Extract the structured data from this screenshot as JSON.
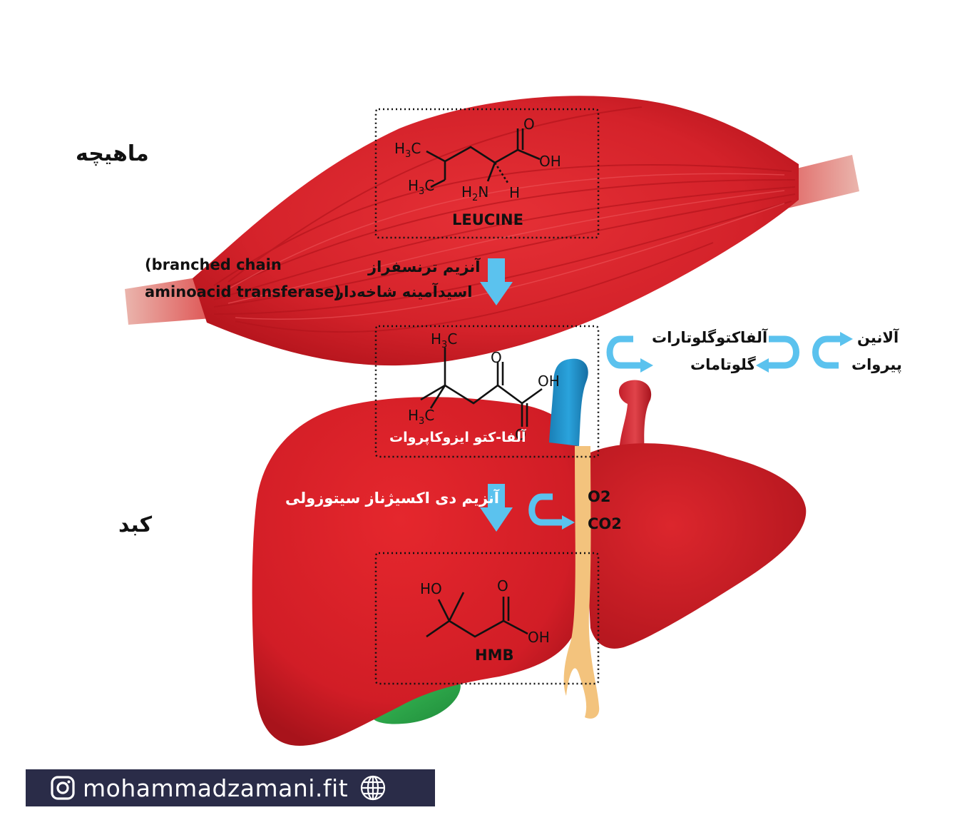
{
  "labels": {
    "muscle": "ماهیچه",
    "liver": "کبد",
    "enzyme1_line1": "آنزیم ترنسفراز",
    "enzyme1_line2": "اسیدآمینه شاخه‌دار",
    "enzyme1_en_line1": "(branched chain",
    "enzyme1_en_line2": "aminoacid transferase)",
    "enzyme2": "آنزیم دی اکسیژناز سیتوزولی",
    "alpha_ketoglutarate": "آلفاکتوگلوتارات",
    "glutamate": "گلوتامات",
    "alanine": "آلانین",
    "pyruvate": "پیروات",
    "o2": "O2",
    "co2": "CO2"
  },
  "molecules": {
    "leucine": {
      "name": "LEUCINE",
      "atoms": {
        "h3c_top": "H",
        "h3c_bottom": "H",
        "h2n": "H",
        "h": "H",
        "o": "O",
        "oh": "OH"
      }
    },
    "kic": {
      "name": "آلفا-کتو ایزوکاپروات",
      "atoms": {
        "h3c_top": "H",
        "h3c_bottom": "H",
        "o_top": "O",
        "oh": "OH",
        "o_bottom": "O"
      }
    },
    "hmb": {
      "name": "HMB",
      "atoms": {
        "ho": "HO",
        "o": "O",
        "oh": "OH"
      }
    }
  },
  "footer": {
    "website": "mohammadzamani.fit",
    "instagram_icon": "instagram-icon",
    "globe_icon": "globe-icon"
  },
  "colors": {
    "muscle_red": "#d9242c",
    "liver_red": "#d9222a",
    "arrow_blue": "#5bc2ee",
    "vessel_blue": "#1d8ec7",
    "duct_yellow": "#f3c37d",
    "gallbladder_green": "#2aa84a",
    "footer_bg": "#2a2c48"
  }
}
